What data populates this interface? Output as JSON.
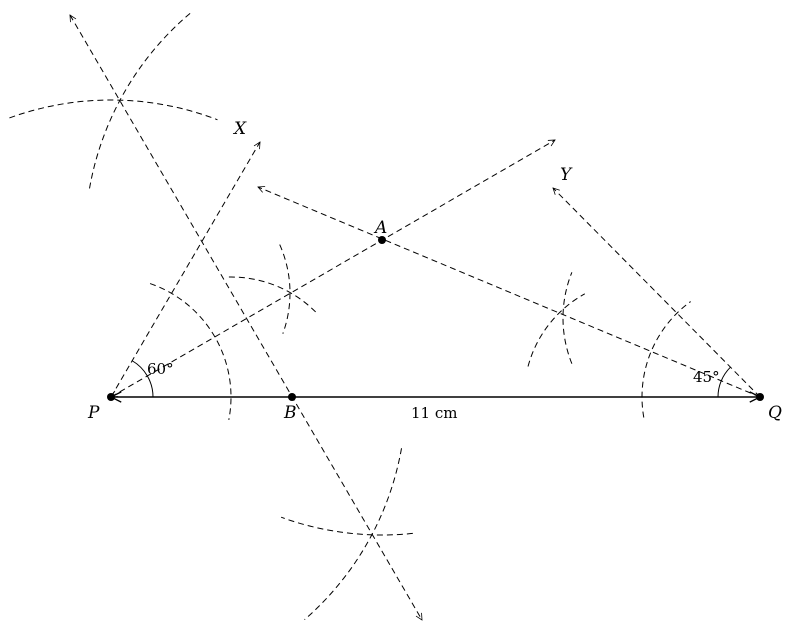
{
  "points": {
    "P": "P",
    "Q": "Q",
    "A": "A",
    "B": "B",
    "X": "X",
    "Y": "Y"
  },
  "angles": {
    "at_P": "60°",
    "at_Q": "45°"
  },
  "base_length": "11 cm",
  "colors": {
    "stroke": "#000000",
    "background": "#ffffff"
  }
}
